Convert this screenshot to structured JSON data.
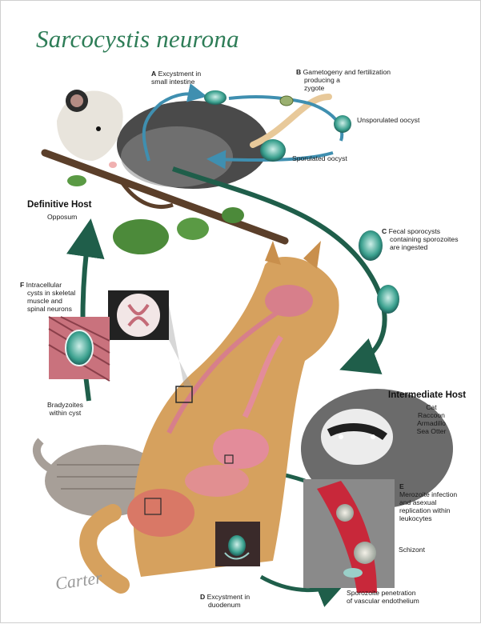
{
  "title": "Sarcocystis neurona",
  "definitive_host": {
    "heading": "Definitive Host",
    "species": "Opposum"
  },
  "intermediate_host": {
    "heading": "Intermediate Host",
    "species": [
      "Cat",
      "Raccoon",
      "Armadillo",
      "Sea Otter"
    ]
  },
  "stages": {
    "A": {
      "letter": "A",
      "lines": [
        "Excystment in",
        "small intestine"
      ]
    },
    "B": {
      "letter": "B",
      "lines": [
        "Gametogeny and fertilization",
        "producing a",
        "zygote"
      ]
    },
    "unsporulated": "Unsporulated oocyst",
    "sporulated": "Sporulated oocyst",
    "C": {
      "letter": "C",
      "lines": [
        "Fecal sporocysts",
        "containing sporozoites",
        "are ingested"
      ]
    },
    "D": {
      "letter": "D",
      "lines": [
        "Excystment in",
        "duodenum"
      ]
    },
    "E": {
      "letter": "E",
      "lines": [
        "Merozoite infection",
        "and asexual",
        "replication within",
        "leukocytes"
      ]
    },
    "schizont": "Schizont",
    "sporozoite": [
      "Sporozoite penetration",
      "of vascular endothelium"
    ],
    "F": {
      "letter": "F",
      "lines": [
        "Intracellular",
        "cysts in skeletal",
        "muscle and",
        "spinal neurons"
      ]
    },
    "bradyzoites": [
      "Bradyzoites",
      "within cyst"
    ]
  },
  "signature": "Carter",
  "colors": {
    "title": "#2e7d57",
    "cycle_arrow": "#1f5e4a",
    "text": "#1a1a1a"
  }
}
